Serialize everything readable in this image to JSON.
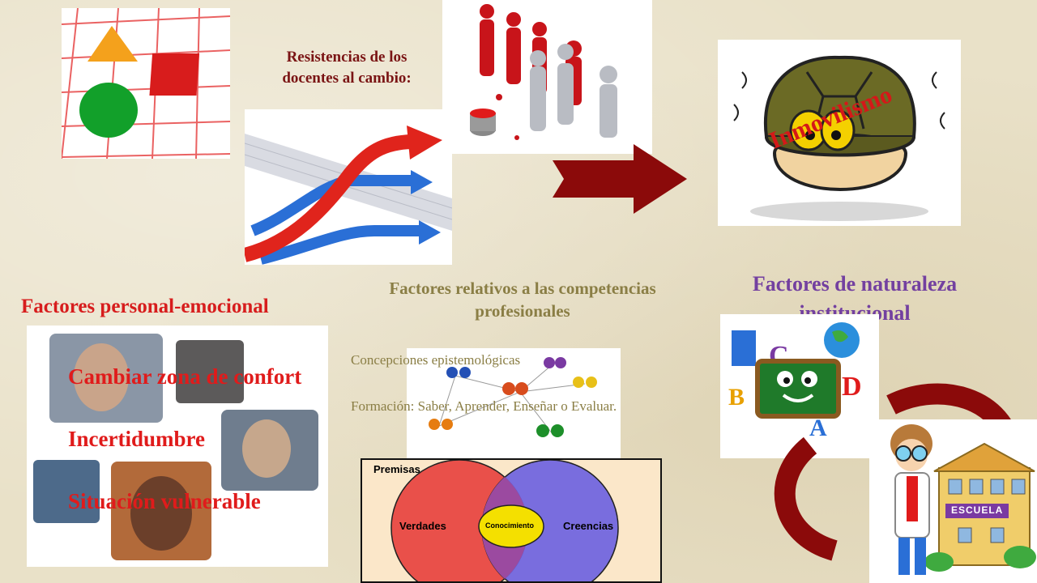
{
  "titles": {
    "resistencias": "Resistencias de los docentes al cambio:",
    "personal": "Factores personal-emocional",
    "competencias": "Factores relativos a las competencias profesionales",
    "institucional": "Factores de naturaleza institucional"
  },
  "personal_items": [
    "Cambiar zona de confort",
    "Incertidumbre",
    "Situación vulnerable"
  ],
  "competencias_items": {
    "concepciones": "Concepciones epistemológicas",
    "formacion": "Formación: Saber, Aprender, Enseñar o Evaluar."
  },
  "inmovilismo": "Inmovilismo",
  "venn": {
    "heading": "Premisas",
    "left": "Verdades",
    "right": "Creencias",
    "center": "Conocimiento"
  },
  "school_sign": "ESCUELA",
  "colors": {
    "arrow": "#8b0a0a",
    "personal": "#d71d1d",
    "competencias": "#8a7e45",
    "institucional": "#7340a0"
  }
}
